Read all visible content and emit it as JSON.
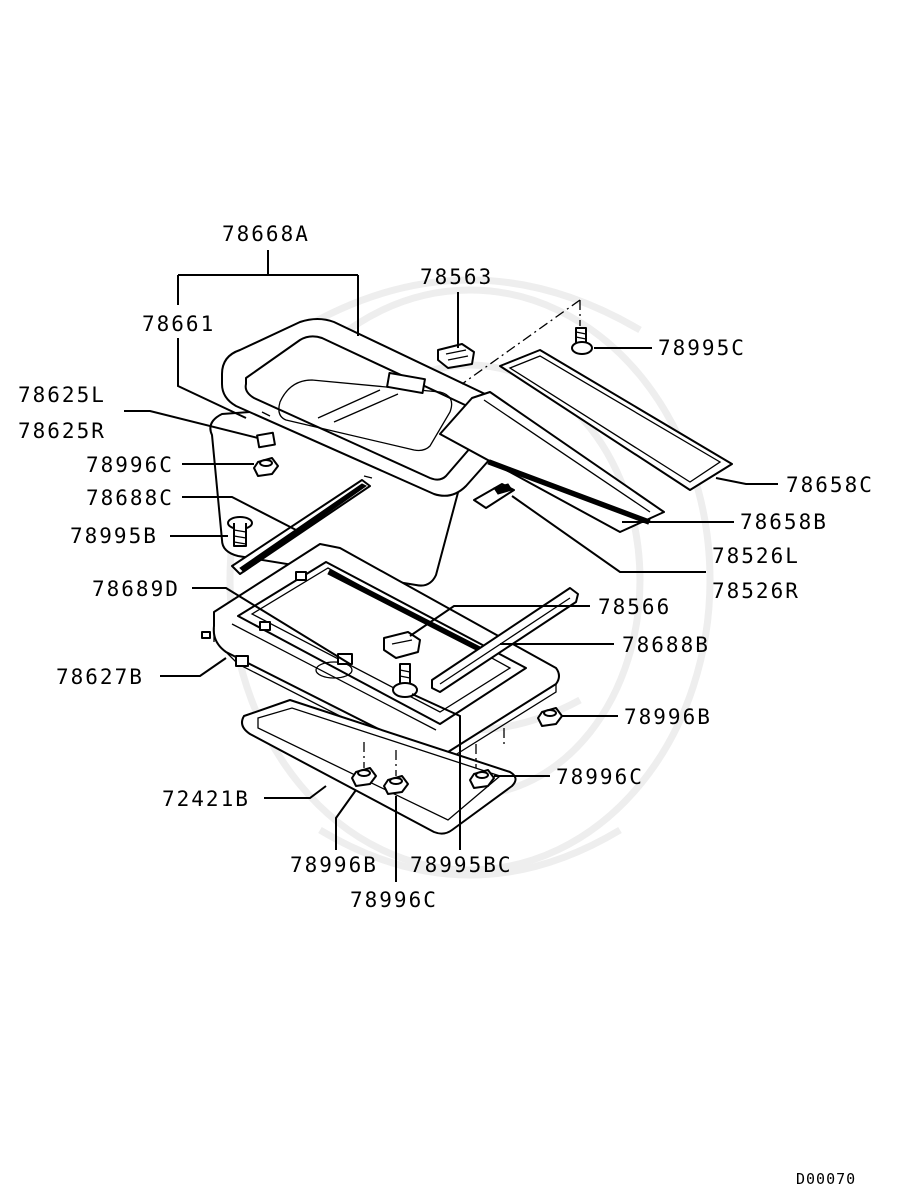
{
  "diagram": {
    "code": "D00070",
    "callouts": {
      "glass_assy": "78668A",
      "glass_panel": "78661",
      "deflector": "78563",
      "screw_top": "78995C",
      "bracket_l": "78625L",
      "bracket_r": "78625R",
      "nut_top": "78996C",
      "seal_strip": "78688C",
      "screw_left": "78995B",
      "shade_panel": "78658C",
      "shade_rail": "78658B",
      "guide_l": "78526L",
      "guide_r": "78526R",
      "drain_hose": "78689D",
      "motor_link": "78566",
      "rail_b": "78688B",
      "frame": "78627B",
      "nut_right": "78996B",
      "drain_frame": "72421B",
      "nut_lower_right": "78996C",
      "nut_bottom_b": "78996B",
      "nut_bottom_c": "78996C",
      "bolt_bottom": "78995BC"
    }
  }
}
